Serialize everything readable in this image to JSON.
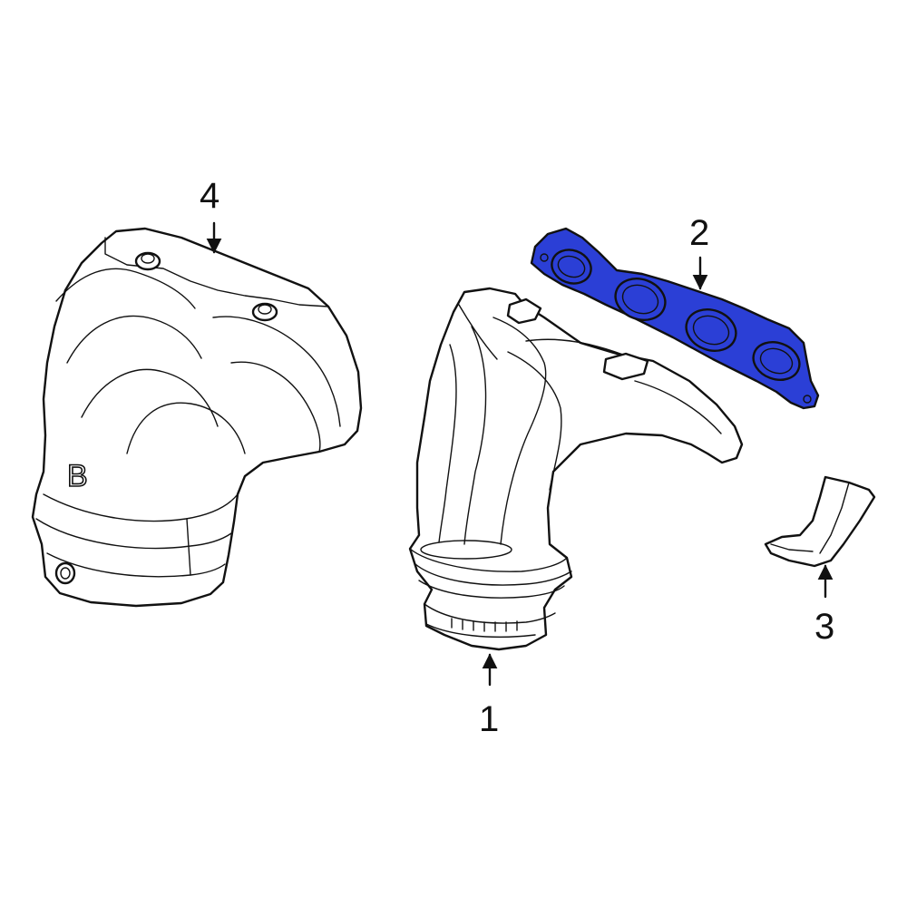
{
  "diagram": {
    "highlight_color": "#2b3fd6",
    "callouts": [
      {
        "id": "1",
        "label": "1"
      },
      {
        "id": "2",
        "label": "2"
      },
      {
        "id": "3",
        "label": "3"
      },
      {
        "id": "4",
        "label": "4"
      }
    ],
    "heat_shield_marking": "B"
  }
}
